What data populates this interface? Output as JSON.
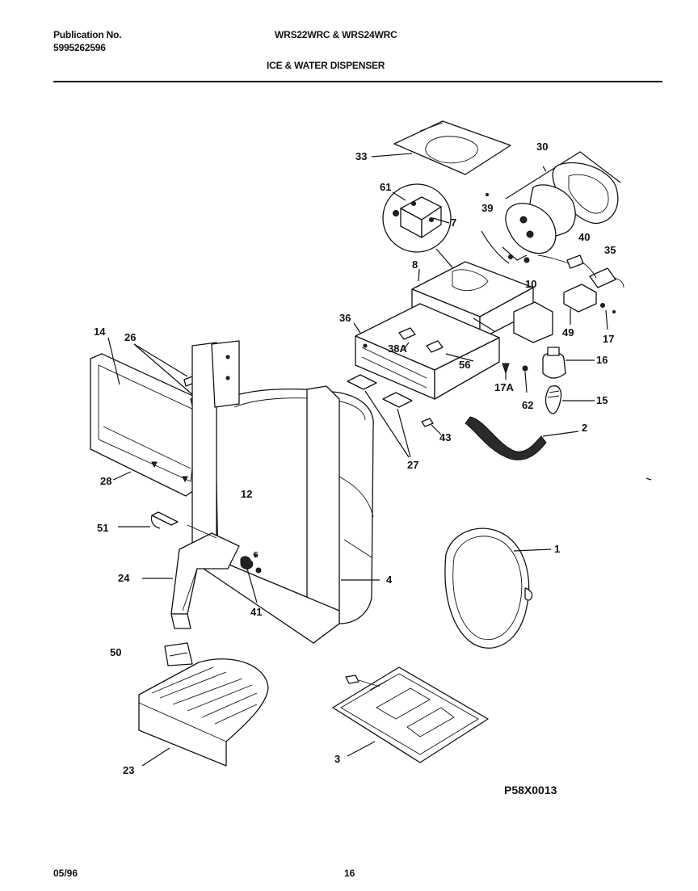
{
  "header": {
    "publication_label": "Publication No.",
    "publication_number": "5995262596",
    "models": "WRS22WRC & WRS24WRC",
    "section_title": "ICE & WATER DISPENSER"
  },
  "footer": {
    "date": "05/96",
    "page_number": "16"
  },
  "diagram_code": "P58X0013",
  "callouts": {
    "c33": "33",
    "c30": "30",
    "c61": "61",
    "c39": "39",
    "c7": "7",
    "c40": "40",
    "c35": "35",
    "c8": "8",
    "c10": "10",
    "c36": "36",
    "c49": "49",
    "c17": "17",
    "c38a": "38A",
    "c56": "56",
    "c16": "16",
    "c17a": "17A",
    "c62": "62",
    "c15": "15",
    "c14": "14",
    "c26": "26",
    "c43": "43",
    "c2": "2",
    "c27": "27",
    "c28": "28",
    "c12": "12",
    "c51": "51",
    "c1": "1",
    "c5": "5",
    "c24": "24",
    "c4": "4",
    "c41": "41",
    "c50": "50",
    "c23": "23",
    "c3": "3"
  }
}
